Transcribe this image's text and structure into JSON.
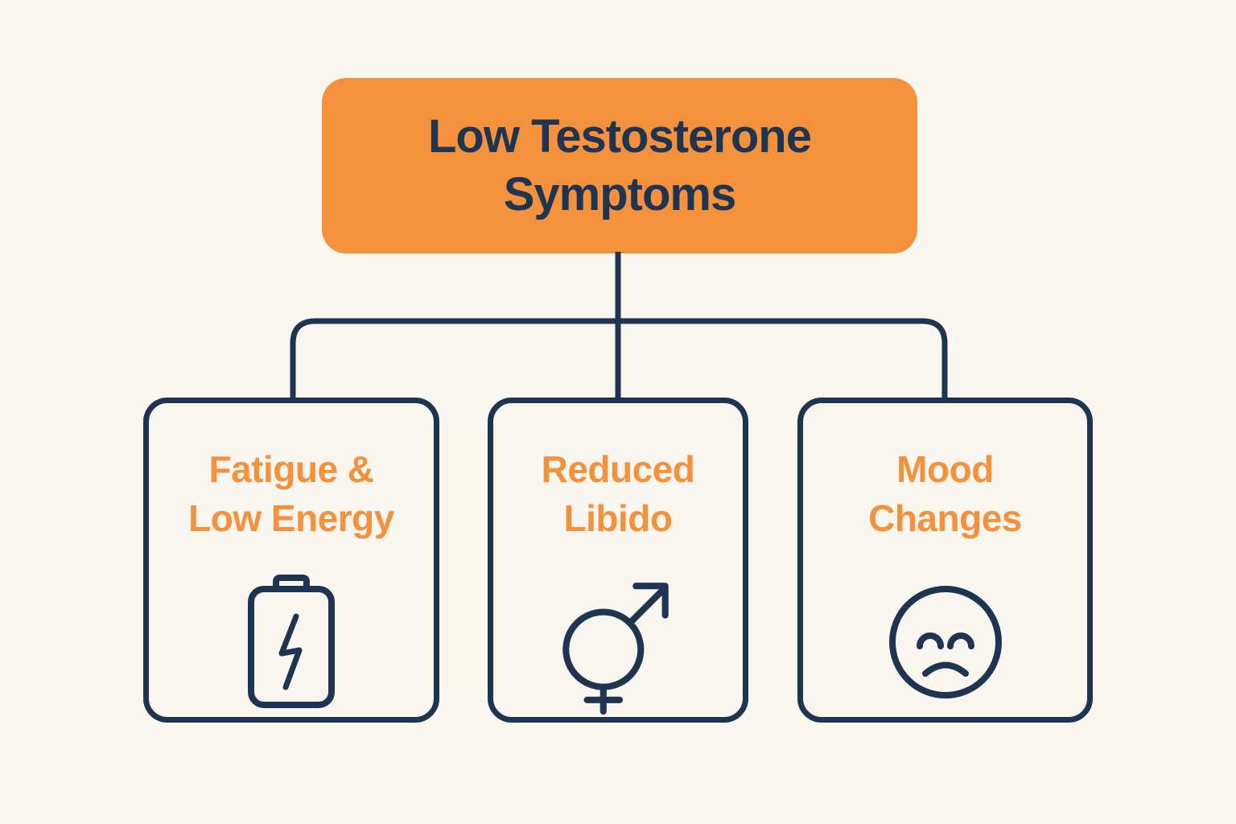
{
  "colors": {
    "page_background": "#FAF6F0",
    "card_background": "#F9F5EF",
    "accent_orange": "#F4913C",
    "navy": "#1E3450"
  },
  "header": {
    "title": "Low Testosterone Symptoms",
    "line1": "Low Testosterone",
    "line2": "Symptoms"
  },
  "cards": [
    {
      "title": "Fatigue & Low Energy",
      "line1": "Fatigue &",
      "line2": "Low Energy",
      "icon": "battery-low-icon"
    },
    {
      "title": "Reduced Libido",
      "line1": "Reduced",
      "line2": "Libido",
      "icon": "gender-symbol-icon"
    },
    {
      "title": "Mood Changes",
      "line1": "Mood",
      "line2": "Changes",
      "icon": "sad-face-icon"
    }
  ]
}
